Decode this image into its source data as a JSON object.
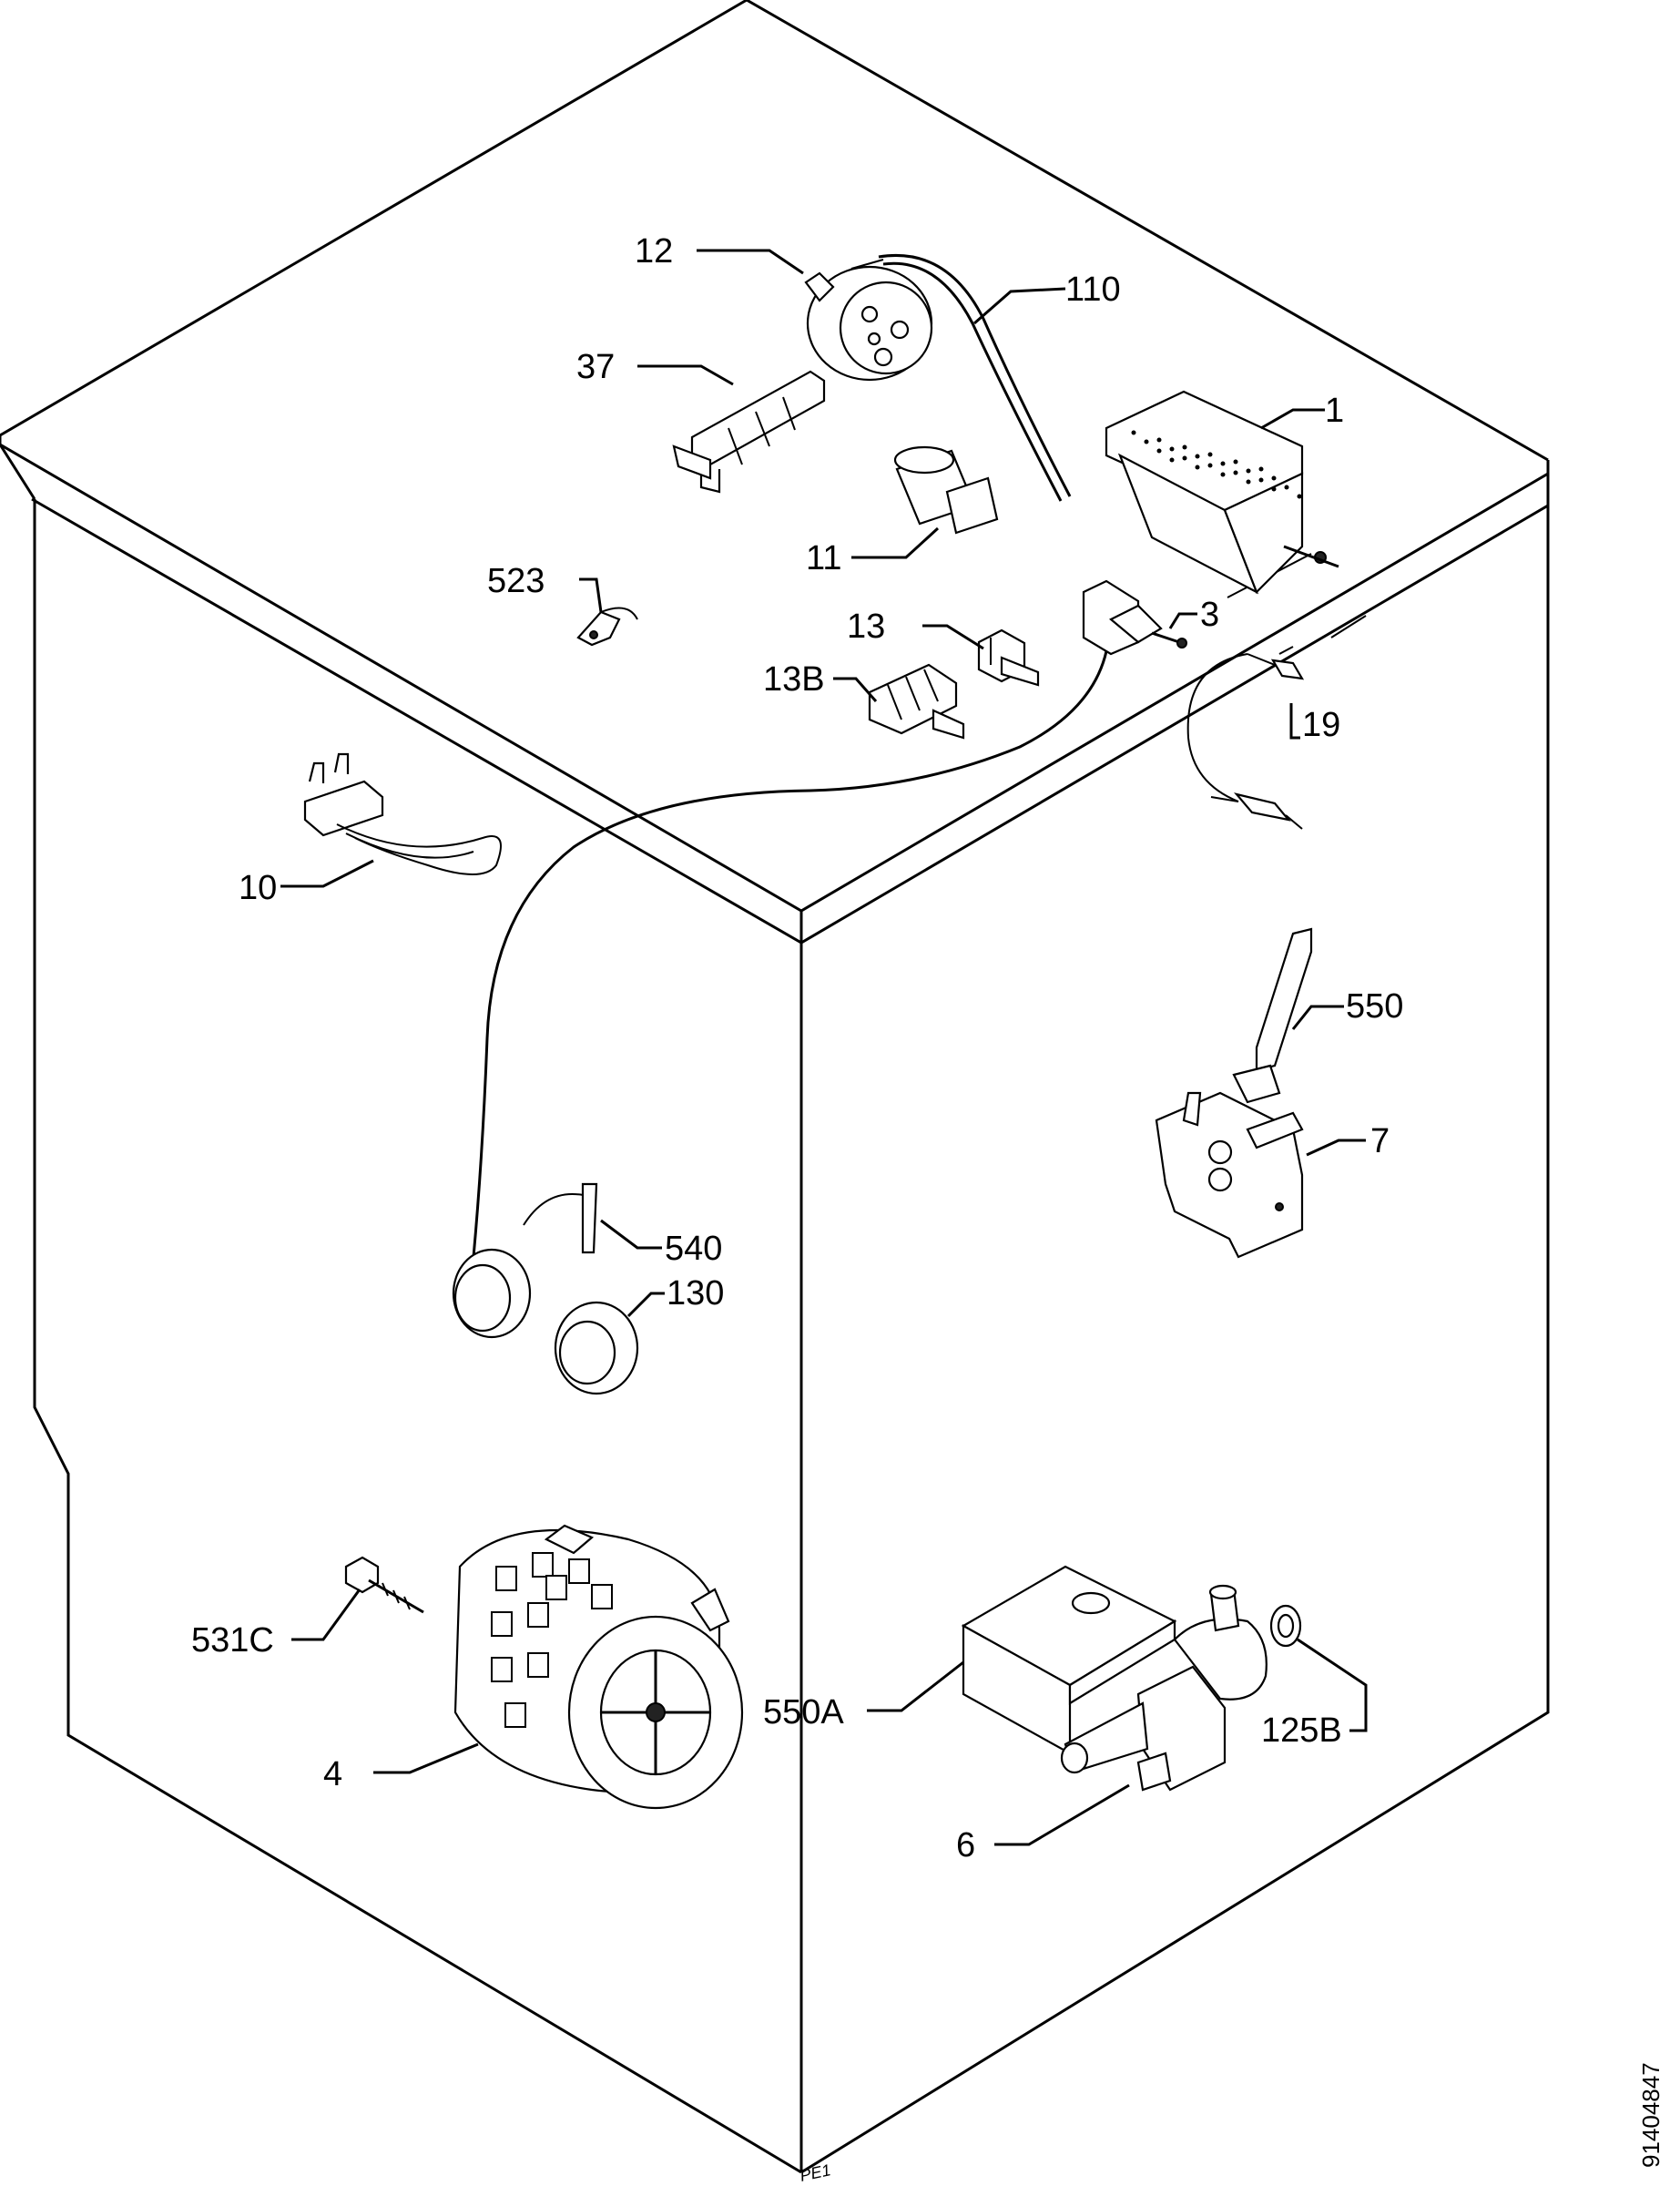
{
  "labels": {
    "l12": "12",
    "l110": "110",
    "l37": "37",
    "l1": "1",
    "l11": "11",
    "l523": "523",
    "l3": "3",
    "l13": "13",
    "l13b": "13B",
    "l19": "19",
    "l10": "10",
    "l550": "550",
    "l7": "7",
    "l540": "540",
    "l130": "130",
    "l531c": "531C",
    "l4": "4",
    "l550a": "550A",
    "l125b": "125B",
    "l6": "6"
  },
  "drawing_code": "91404847",
  "corner_mark": "PE1"
}
